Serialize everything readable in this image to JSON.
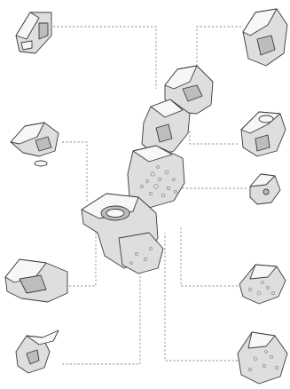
{
  "figure": {
    "style": "exploded isometric axonometric drawing",
    "fragments": [
      {
        "id": "top-left",
        "side": "left"
      },
      {
        "id": "upper-left",
        "side": "left"
      },
      {
        "id": "lower-left",
        "side": "left"
      },
      {
        "id": "bottom-left",
        "side": "left"
      },
      {
        "id": "top-right",
        "side": "right"
      },
      {
        "id": "upper-right",
        "side": "right"
      },
      {
        "id": "middle-right",
        "side": "right"
      },
      {
        "id": "lower-right",
        "side": "right"
      },
      {
        "id": "bottom-right",
        "side": "right"
      }
    ],
    "leader_line_style": "dashed",
    "colors": {
      "ink": "#3a3a3a",
      "light": "#f7f7f7",
      "mid": "#dedede",
      "dark": "#bdbdbd",
      "leader": "#8a8a8a"
    }
  }
}
